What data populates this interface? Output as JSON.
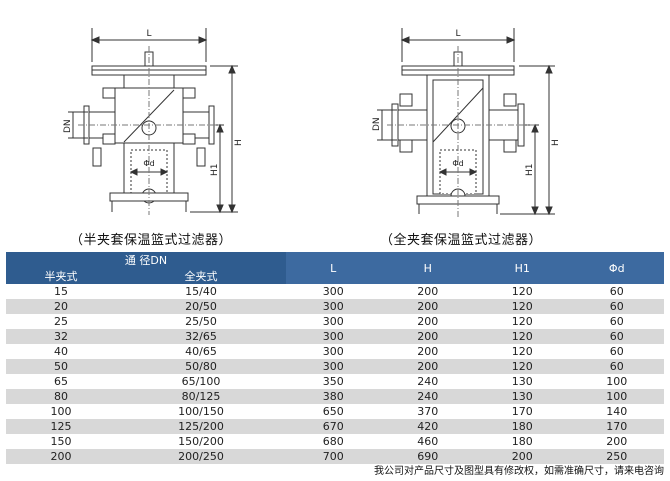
{
  "drawings": {
    "left": {
      "caption": "（半夹套保温篮式过滤器）",
      "dim_L": "L",
      "dim_H": "H",
      "dim_H1": "H1",
      "dim_DN": "DN",
      "dim_d": "Φd"
    },
    "right": {
      "caption": "（全夹套保温篮式过滤器）",
      "dim_L": "L",
      "dim_H": "H",
      "dim_H1": "H1",
      "dim_DN": "DN",
      "dim_d": "Φd"
    }
  },
  "table": {
    "header_group": "通 径DN",
    "col_half": "半夹式",
    "col_full": "全夹式",
    "col_L": "L",
    "col_H": "H",
    "col_H1": "H1",
    "col_d": "Φd",
    "rows": [
      {
        "half": "15",
        "full": "15/40",
        "L": "300",
        "H": "200",
        "H1": "120",
        "d": "60"
      },
      {
        "half": "20",
        "full": "20/50",
        "L": "300",
        "H": "200",
        "H1": "120",
        "d": "60"
      },
      {
        "half": "25",
        "full": "25/50",
        "L": "300",
        "H": "200",
        "H1": "120",
        "d": "60"
      },
      {
        "half": "32",
        "full": "32/65",
        "L": "300",
        "H": "200",
        "H1": "120",
        "d": "60"
      },
      {
        "half": "40",
        "full": "40/65",
        "L": "300",
        "H": "200",
        "H1": "120",
        "d": "60"
      },
      {
        "half": "50",
        "full": "50/80",
        "L": "300",
        "H": "200",
        "H1": "120",
        "d": "60"
      },
      {
        "half": "65",
        "full": "65/100",
        "L": "350",
        "H": "240",
        "H1": "130",
        "d": "100"
      },
      {
        "half": "80",
        "full": "80/125",
        "L": "380",
        "H": "240",
        "H1": "130",
        "d": "100"
      },
      {
        "half": "100",
        "full": "100/150",
        "L": "650",
        "H": "370",
        "H1": "170",
        "d": "140"
      },
      {
        "half": "125",
        "full": "125/200",
        "L": "670",
        "H": "420",
        "H1": "180",
        "d": "170"
      },
      {
        "half": "150",
        "full": "150/200",
        "L": "680",
        "H": "460",
        "H1": "180",
        "d": "200"
      },
      {
        "half": "200",
        "full": "200/250",
        "L": "700",
        "H": "690",
        "H1": "200",
        "d": "250"
      }
    ]
  },
  "footnote": "我公司对产品尺寸及图型具有修改权，如需准确尺寸，请来电咨询"
}
